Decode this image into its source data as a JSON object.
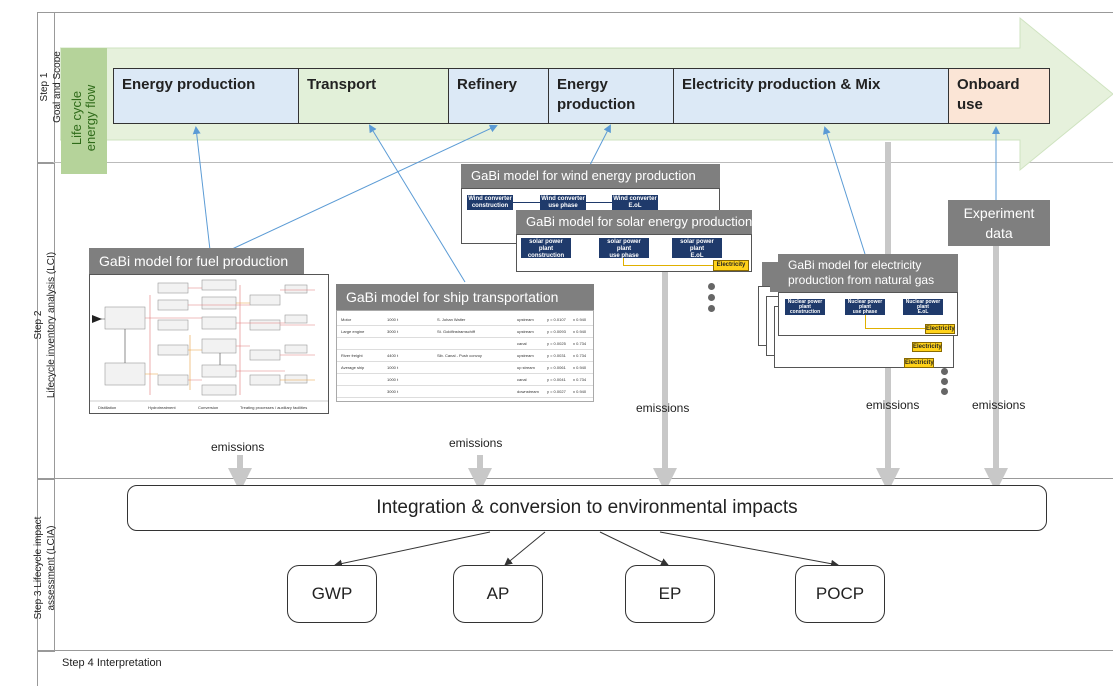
{
  "steps": {
    "step1": "Step 1\nGoal and Scope",
    "step2": "Step 2\nLifecycle inventory analysis (LCI)",
    "step3": "Step 3 Lifecycle impact\nassessment (LCIA)",
    "step4": "Step 4 Interpretation"
  },
  "flow_label": "Life cycle\nenergy flow",
  "segments": [
    {
      "label": "Energy production",
      "color": "#dce9f6"
    },
    {
      "label": "Transport",
      "color": "#e2f0d9"
    },
    {
      "label": "Refinery",
      "color": "#dce9f6"
    },
    {
      "label": "Energy production",
      "color": "#dce9f6"
    },
    {
      "label": "Electricity production & Mix",
      "color": "#dce9f6"
    },
    {
      "label": "Onboard use",
      "color": "#fbe5d6"
    }
  ],
  "models": {
    "fuel": "GaBi model for fuel production",
    "ship": "GaBi model for ship transportation",
    "wind": "GaBi model for wind energy production",
    "solar": "GaBi model for solar energy production",
    "gas": "GaBi model for electricity production from natural gas",
    "experiment": "Experiment data"
  },
  "wind_nodes": [
    "Wind converter\nconstruction",
    "Wind converter\nuse phase",
    "Wind converter\nE.oL"
  ],
  "solar_nodes": [
    "solar power plant\nconstruction",
    "solar power plant\nuse phase",
    "solar power plant\nE.oL"
  ],
  "nuclear_nodes": [
    "Nuclear power plant\nconstruction",
    "Nuclear power plant\nuse phase",
    "Nuclear power plant\nE.oL"
  ],
  "electricity_label": "Electricity",
  "emissions_label": "emissions",
  "integration": "Integration & conversion to environmental impacts",
  "impacts": [
    "GWP",
    "AP",
    "EP",
    "POCP"
  ],
  "fuel_footer": [
    "Distillation",
    "Hydrotreatment",
    "Conversion",
    "Treating processes / auxiliary facilities"
  ],
  "ship_table": [
    [
      "Motor",
      "1000 t",
      "S. Johan Walter",
      "upstream",
      "y = 0.0107",
      "x 0.940"
    ],
    [
      "Large engine",
      "3000 t",
      "St. Goldfinstramschiff",
      "upstream",
      "y = 0.0093",
      "x 0.940"
    ],
    [
      "",
      "",
      "",
      "canal",
      "y = 0.0025",
      "x 0.734"
    ],
    [
      "River freight",
      "4400 t",
      "Sib. Canal - Push convoy",
      "upstream",
      "y = 0.0031",
      "x 0.734"
    ],
    [
      "Average ship",
      "1000 t",
      "",
      "up stream",
      "y = 0.0061",
      "x 0.940"
    ],
    [
      "",
      "1000 t",
      "",
      "canal",
      "y = 0.0041",
      "x 0.734"
    ],
    [
      "",
      "3000 t",
      "",
      "downstream",
      "y = 0.0027",
      "x 0.940"
    ]
  ],
  "colors": {
    "arrow_green": "#e6f1dc",
    "arrow_blue_line": "#5b9bd5",
    "header_gray": "#7f7f7f",
    "node_navy": "#1f3a6b",
    "electricity_yellow": "#ffd21a"
  }
}
